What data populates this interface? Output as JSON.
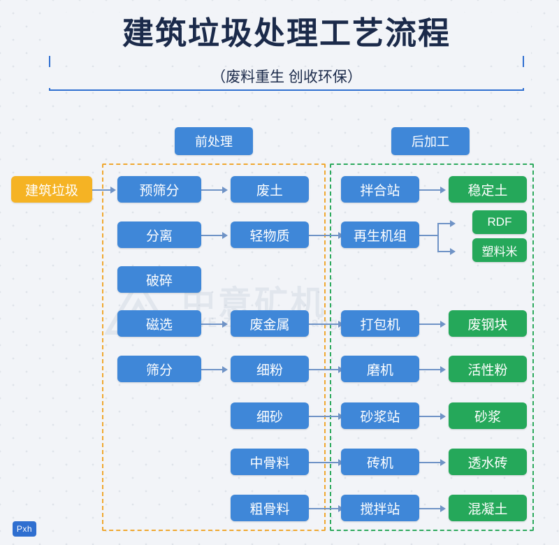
{
  "header": {
    "title": "建筑垃圾处理工艺流程",
    "subtitle": "（废料重生  创收环保）"
  },
  "sections": {
    "pre_label": "前处理",
    "post_label": "后加工"
  },
  "nodes": {
    "source": "建筑垃圾",
    "pre_col1": [
      "预筛分",
      "分离",
      "破碎",
      "磁选",
      "筛分"
    ],
    "pre_col2": [
      "废土",
      "轻物质",
      "废金属",
      "细粉",
      "细砂",
      "中骨料",
      "粗骨料"
    ],
    "post_col1": [
      "拌合站",
      "再生机组",
      "打包机",
      "磨机",
      "砂浆站",
      "砖机",
      "搅拌站"
    ],
    "post_col2": [
      "稳定土",
      "RDF",
      "塑料米",
      "废钢块",
      "活性粉",
      "砂浆",
      "透水砖",
      "混凝土"
    ]
  },
  "watermark": {
    "main": "中意矿机",
    "sub": "ZOONYE  ZhongYi Kuangji"
  },
  "badge": {
    "label": "Pxh"
  },
  "colors": {
    "blue": "#3f87d8",
    "green": "#25a85a",
    "orange": "#f5b324",
    "frame": "#2f6fd0",
    "dash_pre": "#f0a830",
    "dash_post": "#2eaa5e",
    "connector": "#6f93c6",
    "background": "#f2f4f8"
  }
}
